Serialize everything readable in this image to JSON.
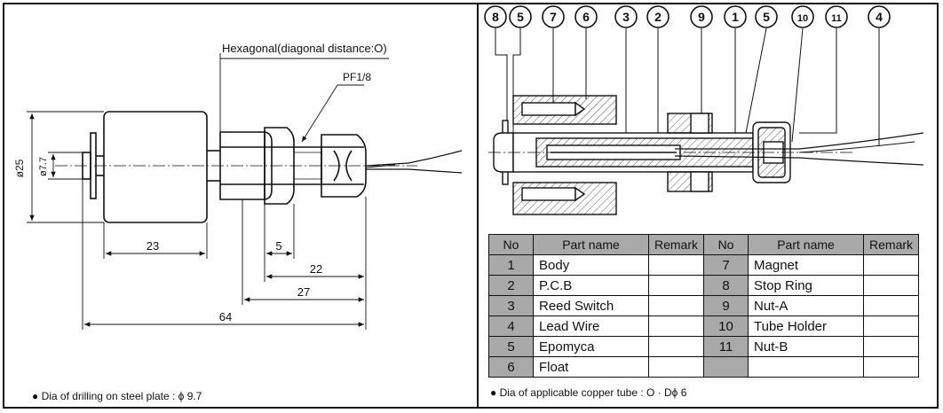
{
  "left_drawing": {
    "callouts": {
      "hexagonal": "Hexagonal(diagonal distance:O)",
      "thread": "PF1/8"
    },
    "dimensions": {
      "dia_body": "ø25",
      "dia_inner": "ø7.7",
      "d23": "23",
      "d5": "5",
      "d22": "22",
      "d27": "27",
      "d64": "64"
    },
    "note": "● Dia of drilling on steel plate : ϕ 9.7"
  },
  "right_drawing": {
    "balloons": [
      "8",
      "5",
      "7",
      "6",
      "3",
      "2",
      "9",
      "1",
      "5",
      "10",
      "11",
      "4"
    ],
    "note": "● Dia of applicable copper tube : O · Dϕ 6"
  },
  "parts_table": {
    "headers": [
      "No",
      "Part name",
      "Remark",
      "No",
      "Part name",
      "Remark"
    ],
    "rows": [
      {
        "no1": "1",
        "name1": "Body",
        "no2": "7",
        "name2": "Magnet"
      },
      {
        "no1": "2",
        "name1": "P.C.B",
        "no2": "8",
        "name2": "Stop Ring"
      },
      {
        "no1": "3",
        "name1": "Reed Switch",
        "no2": "9",
        "name2": "Nut-A"
      },
      {
        "no1": "4",
        "name1": "Lead Wire",
        "no2": "10",
        "name2": "Tube Holder"
      },
      {
        "no1": "5",
        "name1": "Epomyca",
        "no2": "11",
        "name2": "Nut-B"
      },
      {
        "no1": "6",
        "name1": "Float",
        "no2": "",
        "name2": ""
      }
    ]
  }
}
